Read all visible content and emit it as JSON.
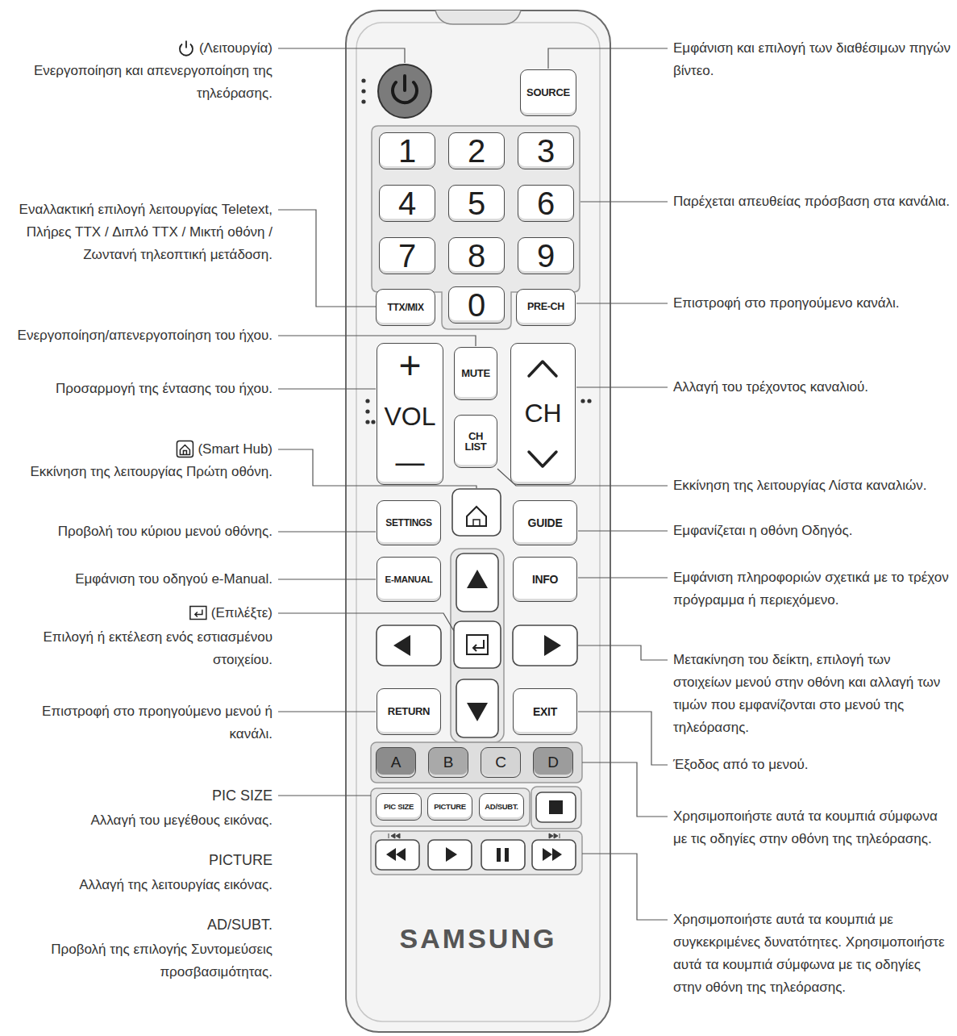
{
  "diagram": {
    "nodes": [
      {
        "text": [
          "SAMSUNG"
        ]
      },
      {
        "text": [
          "SOURCE"
        ],
        "in": 0
      },
      {
        "text": [
          "1"
        ],
        "in": 0
      },
      {
        "text": [
          "2"
        ],
        "in": 0
      },
      {
        "text": [
          "3"
        ],
        "in": 0
      },
      {
        "text": [
          "4"
        ],
        "in": 0
      },
      {
        "text": [
          "5"
        ],
        "in": 0
      },
      {
        "text": [
          "6"
        ],
        "in": 0
      },
      {
        "text": [
          "7"
        ],
        "in": 0
      },
      {
        "text": [
          "8"
        ],
        "in": 0
      },
      {
        "text": [
          "9"
        ],
        "in": 0
      },
      {
        "text": [
          "TTX/MIX"
        ],
        "in": 0
      },
      {
        "text": [
          "0"
        ],
        "in": 0
      },
      {
        "text": [
          "PRE-CH"
        ],
        "in": 0
      },
      {
        "text": [
          "+",
          "VOL",
          "—"
        ],
        "in": 0
      },
      {
        "text": [
          "MUTE"
        ],
        "in": 0
      },
      {
        "text": [
          "CH LIST"
        ],
        "in": 0
      },
      {
        "text": [
          "CH"
        ],
        "in": 0
      },
      {
        "text": [
          "SETTINGS"
        ],
        "in": 0
      },
      {
        "text": [
          "GUIDE"
        ],
        "in": 0
      },
      {
        "text": [
          "E-MANUAL"
        ],
        "in": 0
      },
      {
        "text": [
          "INFO"
        ],
        "in": 0
      },
      {
        "text": [
          "RETURN"
        ],
        "in": 0
      },
      {
        "text": [
          "EXIT"
        ],
        "in": 0
      },
      {
        "text": [
          "A"
        ],
        "in": 0
      },
      {
        "text": [
          "B"
        ],
        "in": 0
      },
      {
        "text": [
          "C"
        ],
        "in": 0
      },
      {
        "text": [
          "D"
        ],
        "in": 0
      },
      {
        "text": [
          "PIC SIZE"
        ],
        "in": 0
      },
      {
        "text": [
          "PICTURE"
        ],
        "in": 0
      },
      {
        "text": [
          "AD/SUBT."
        ],
        "in": 0
      }
    ],
    "labels": [
      "(Λειτουργία)",
      "Ενεργοποίηση και απενεργοποίηση της τηλεόρασης.",
      "Εναλλακτική επιλογή λειτουργίας Teletext, Πλήρες TTX / Διπλό TTX / Μικτή οθόνη / Ζωντανή τηλεοπτική μετάδοση.",
      "Ενεργοποίηση/απενεργοποίηση του ήχου.",
      "Προσαρμογή της έντασης του ήχου.",
      "(Smart Hub)",
      "Εκκίνηση της λειτουργίας Πρώτη οθόνη.",
      "Προβολή του κύριου μενού οθόνης.",
      "Εμφάνιση του οδηγού e-Manual.",
      "(Επιλέξτε)",
      "Επιλογή ή εκτέλεση ενός εστιασμένου στοιχείου.",
      "Επιστροφή στο προηγούμενο μενού ή κανάλι.",
      "PIC SIZE",
      "Αλλαγή του μεγέθους εικόνας.",
      "PICTURE",
      "Αλλαγή της λειτουργίας εικόνας.",
      "AD/SUBT.",
      "Προβολή της επιλογής Συντομεύσεις προσβασιμότητας.",
      "Εμφάνιση και επιλογή των διαθέσιμων πηγών βίντεο.",
      "Παρέχεται απευθείας πρόσβαση στα κανάλια.",
      "Επιστροφή στο προηγούμενο κανάλι.",
      "Αλλαγή του τρέχοντος καναλιού.",
      "Εκκίνηση της λειτουργίας Λίστα καναλιών.",
      "Εμφανίζεται η οθόνη Οδηγός.",
      "Εμφάνιση πληροφοριών σχετικά με το τρέχον πρόγραμμα ή περιεχόμενο.",
      "Μετακίνηση του δείκτη, επιλογή των στοιχείων μενού στην οθόνη και αλλαγή των τιμών που εμφανίζονται στο μενού της τηλεόρασης.",
      "Έξοδος από το μενού.",
      "Χρησιμοποιήστε αυτά τα κουμπιά σύμφωνα με τις οδηγίες στην οθόνη της τηλεόρασης.",
      "Χρησιμοποιήστε αυτά τα κουμπιά με συγκεκριμένες δυνατότητες. Χρησιμοποιήστε αυτά τα κουμπιά σύμφωνα με τις οδηγίες στην οθόνη της τηλεόρασης."
    ]
  }
}
